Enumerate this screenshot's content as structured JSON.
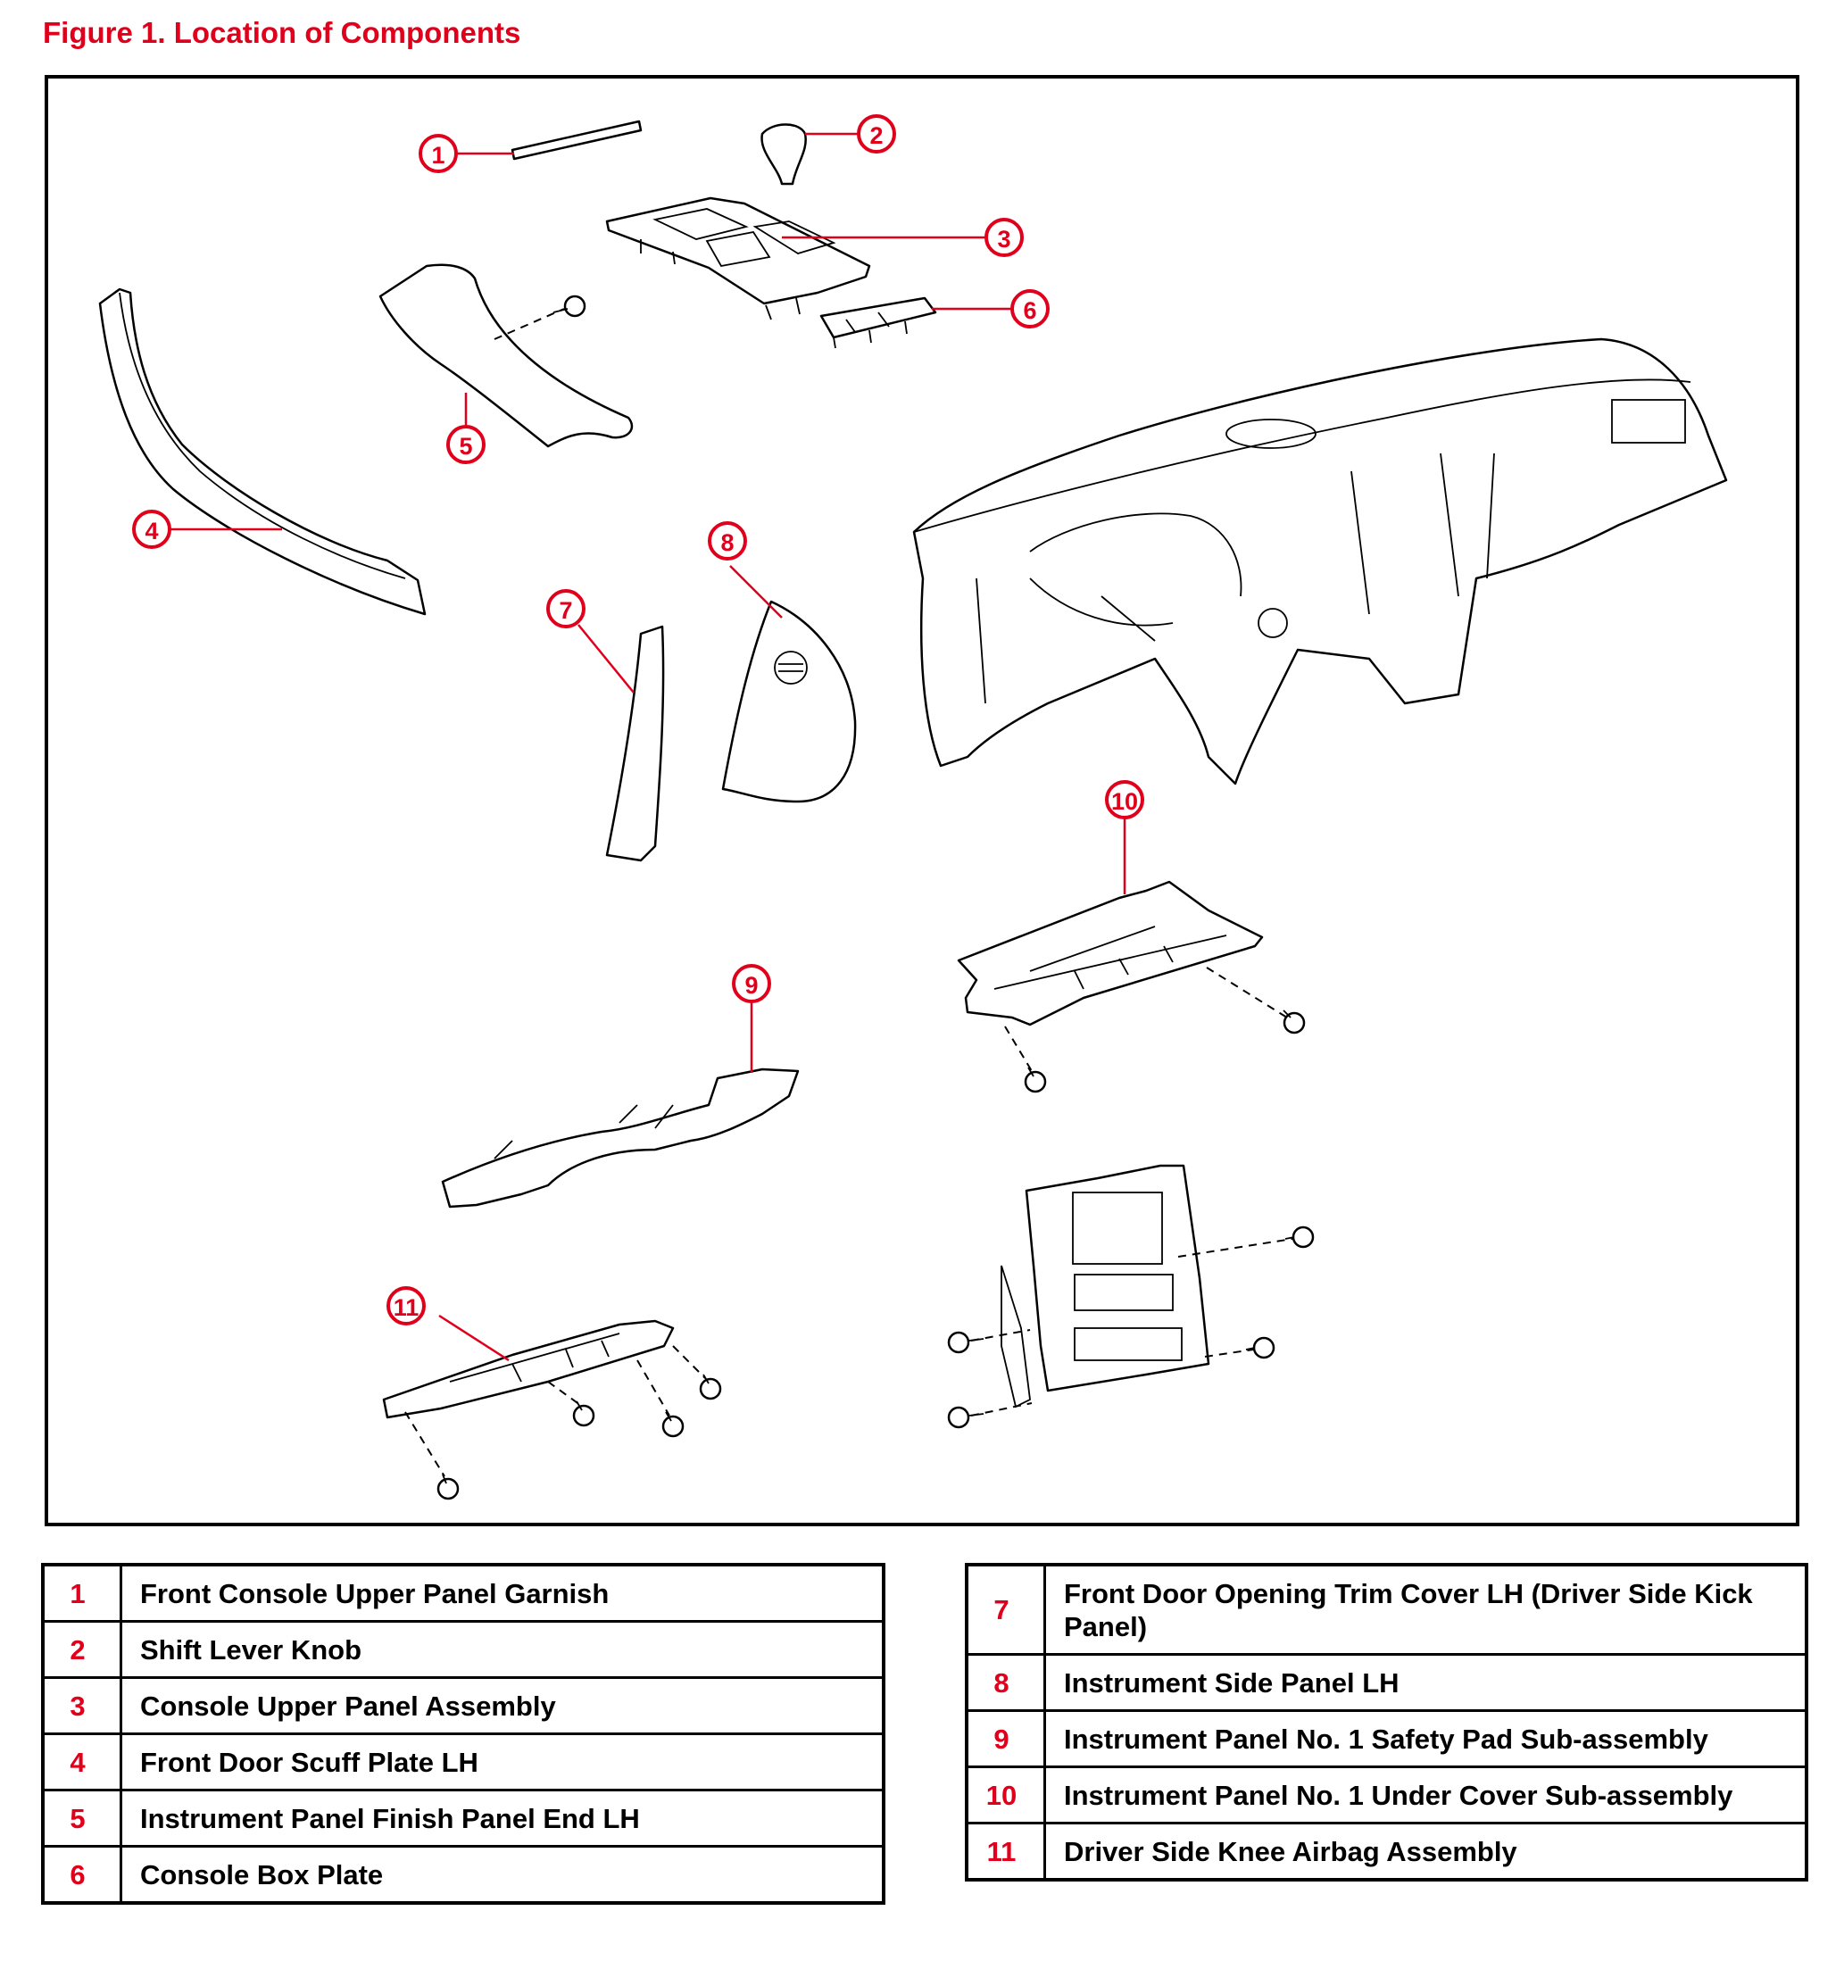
{
  "figure": {
    "title": "Figure 1.  Location of Components"
  },
  "diagram": {
    "callouts": [
      "1",
      "2",
      "3",
      "4",
      "5",
      "6",
      "7",
      "8",
      "9",
      "10",
      "11"
    ]
  },
  "legend": {
    "left": [
      {
        "num": "1",
        "label": "Front Console Upper Panel Garnish"
      },
      {
        "num": "2",
        "label": "Shift Lever Knob"
      },
      {
        "num": "3",
        "label": "Console Upper Panel Assembly"
      },
      {
        "num": "4",
        "label": "Front Door Scuff Plate LH"
      },
      {
        "num": "5",
        "label": "Instrument Panel Finish Panel End LH"
      },
      {
        "num": "6",
        "label": "Console Box Plate"
      }
    ],
    "right": [
      {
        "num": "7",
        "label": "Front Door Opening Trim Cover LH (Driver Side Kick Panel)"
      },
      {
        "num": "8",
        "label": "Instrument Side Panel LH"
      },
      {
        "num": "9",
        "label": "Instrument Panel No. 1 Safety Pad Sub-assembly"
      },
      {
        "num": "10",
        "label": "Instrument Panel No. 1 Under Cover Sub-assembly"
      },
      {
        "num": "11",
        "label": "Driver Side Knee Airbag Assembly"
      }
    ]
  },
  "colors": {
    "accent": "#e0001b",
    "line": "#000000",
    "background": "#ffffff"
  }
}
